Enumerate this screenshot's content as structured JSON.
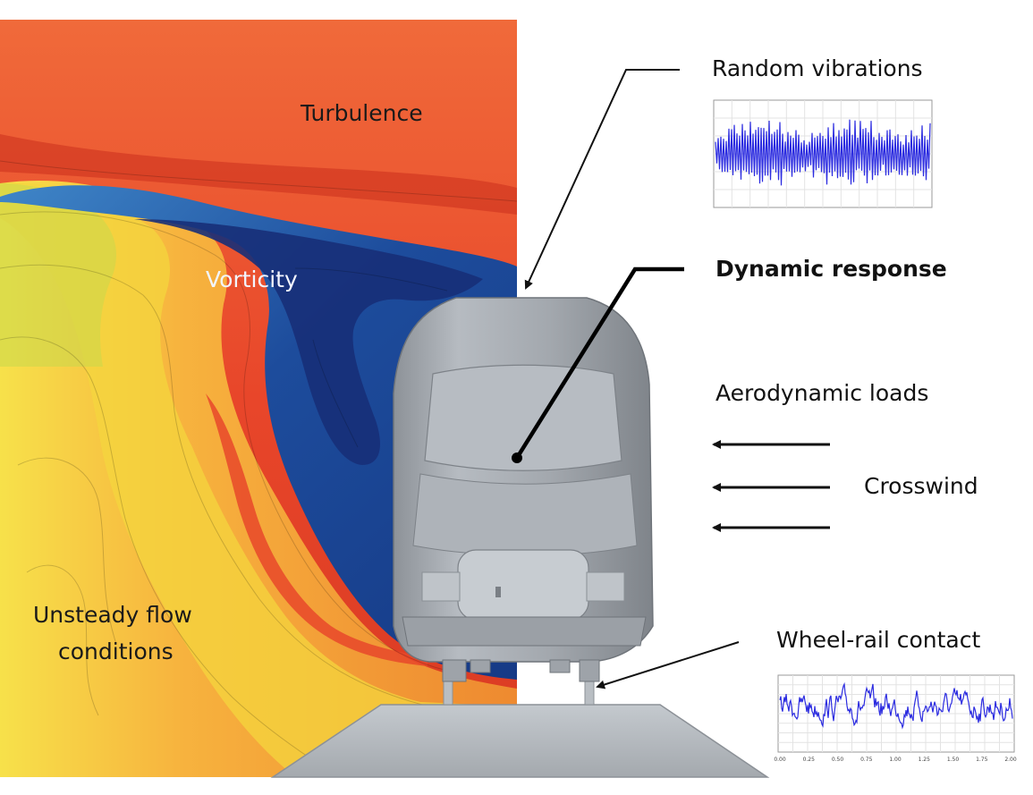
{
  "labels": {
    "turbulence": "Turbulence",
    "vorticity": "Vorticity",
    "unsteady_line1": "Unsteady flow",
    "unsteady_line2": "conditions",
    "random_vibrations": "Random vibrations",
    "dynamic_response": "Dynamic response",
    "aerodynamic_loads": "Aerodynamic loads",
    "crosswind": "Crosswind",
    "wheel_rail_contact": "Wheel-rail contact"
  },
  "wheel_chart_ticks": {
    "x": [
      "0.00",
      "0.25",
      "0.50",
      "0.75",
      "1.00",
      "1.25",
      "1.50",
      "1.75",
      "2.00"
    ]
  },
  "colors": {
    "hot": "#e8462a",
    "warm": "#f3a03a",
    "yellow": "#f2dc3e",
    "cold": "#1f4fa0",
    "deep": "#16307a",
    "train": "#a9aeb4",
    "signal": "#2b2be0"
  }
}
